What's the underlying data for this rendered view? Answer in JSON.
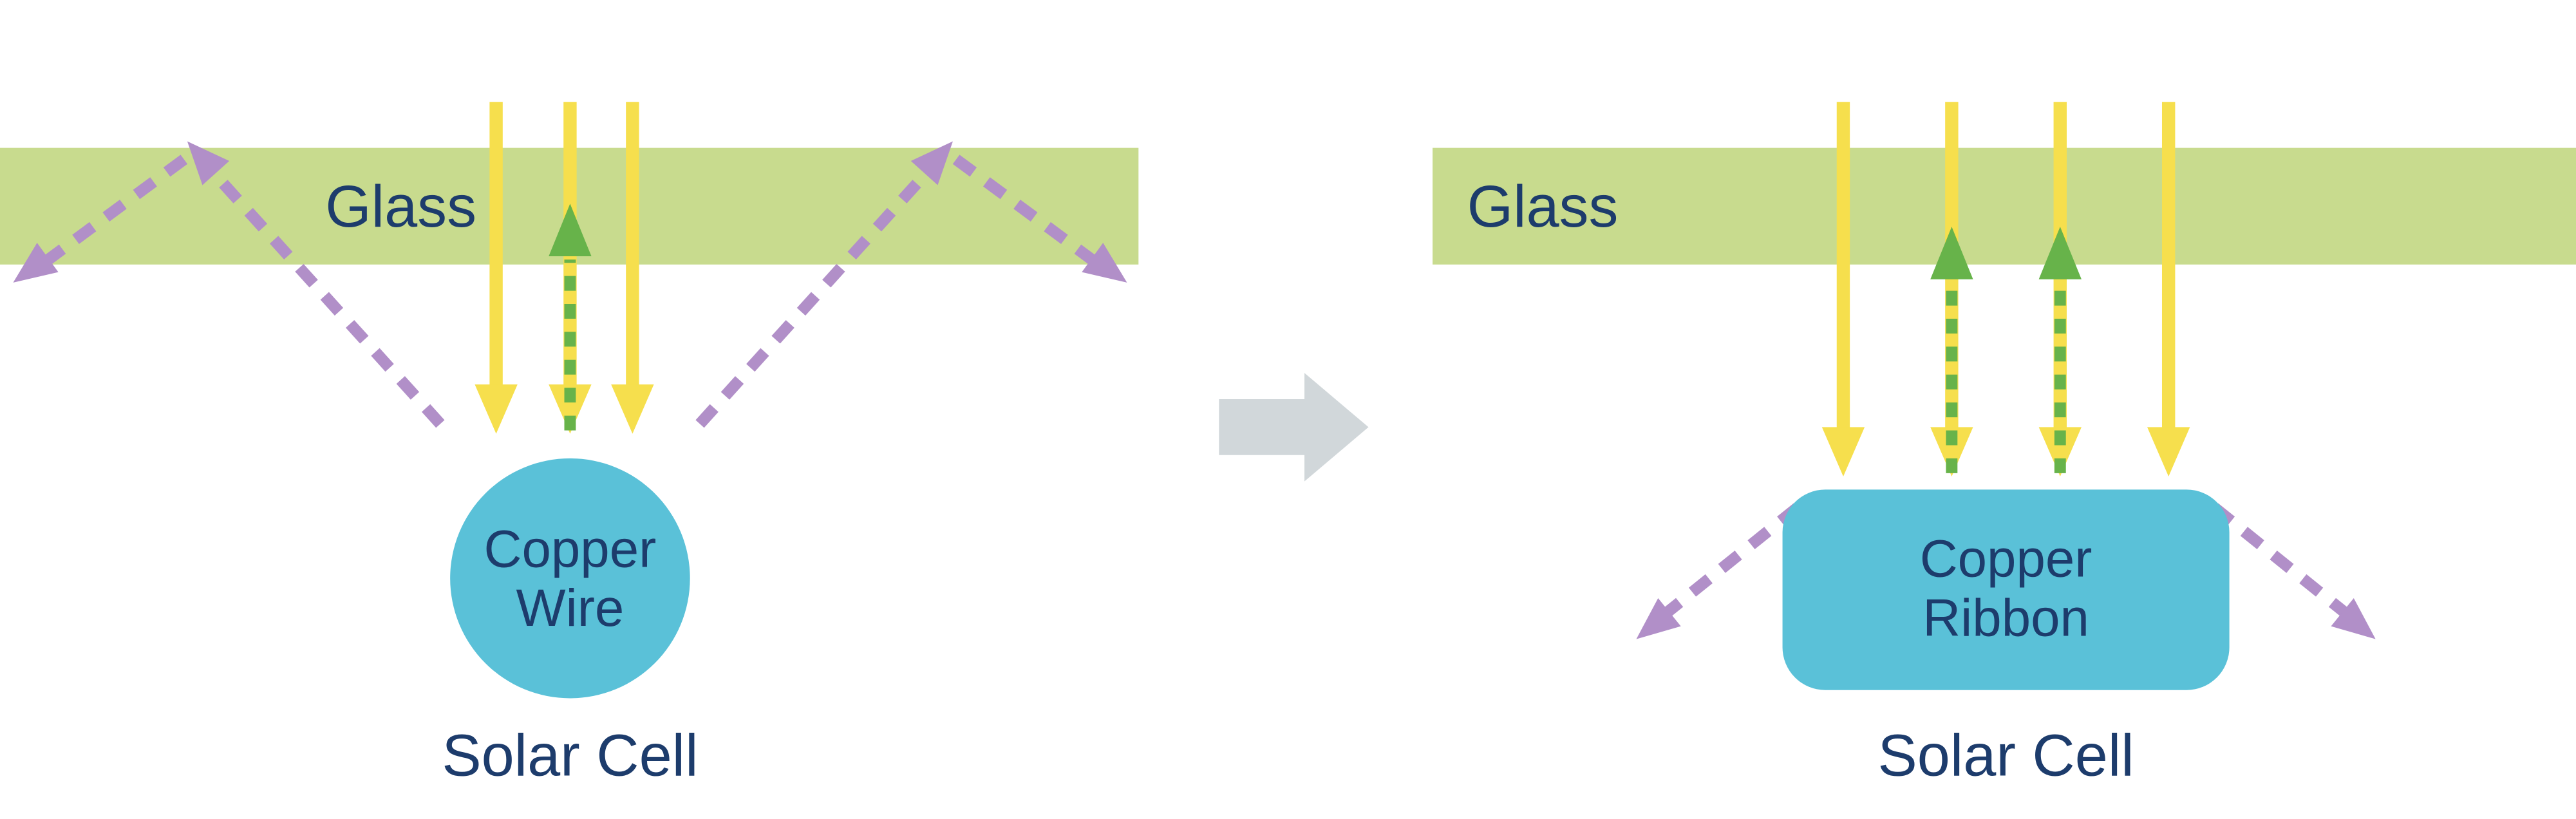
{
  "panels": {
    "left": {
      "glass_label": "Glass",
      "conductor_line1": "Copper",
      "conductor_line2": "Wire",
      "caption": "Solar Cell"
    },
    "right": {
      "glass_label": "Glass",
      "conductor_line1": "Copper",
      "conductor_line2": "Ribbon",
      "caption": "Solar Cell"
    }
  },
  "icons": {
    "incident_light": "yellow-down-arrow-icon",
    "reflected_light": "green-dashed-up-arrow-icon",
    "lost_light": "purple-dashed-reflection-arrow-icon",
    "transition": "gray-right-block-arrow-icon"
  },
  "colors": {
    "background": "#ffffff",
    "glass": "#c8db8e",
    "incident": "#f6df4d",
    "reflected": "#67b34a",
    "lost": "#b18fc8",
    "conductor": "#5ac1d8",
    "label_text": "#1d3c6c",
    "transition_arrow": "#d1d7da"
  }
}
